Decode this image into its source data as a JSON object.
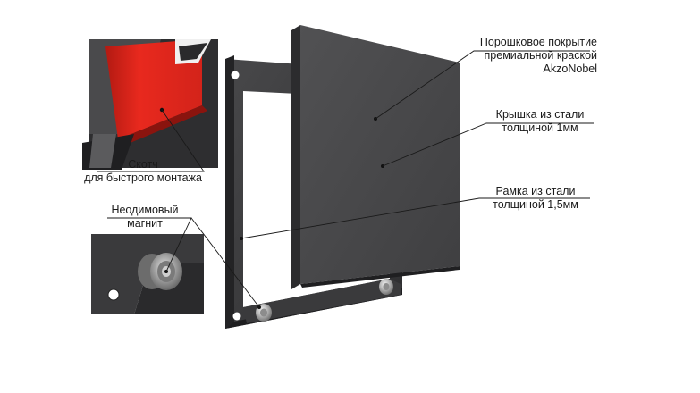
{
  "labels": {
    "coating": {
      "line1": "Порошковое покрытие",
      "line2": "премиальной краской",
      "line3": "AkzoNobel"
    },
    "lid": {
      "line1": "Крышка из стали",
      "line2": "толщиной 1мм"
    },
    "frame": {
      "line1": "Рамка из стали",
      "line2": "толщиной 1,5мм"
    },
    "tape": {
      "line1": "Скотч",
      "line2": "для быстрого монтажа"
    },
    "magnet": {
      "line1": "Неодимовый",
      "line2": "магнит"
    }
  },
  "colors": {
    "panel": "#4a4a4c",
    "frame": "#3c3c3e",
    "tape_red": "#e2261b",
    "leader": "#1a1a1a"
  }
}
